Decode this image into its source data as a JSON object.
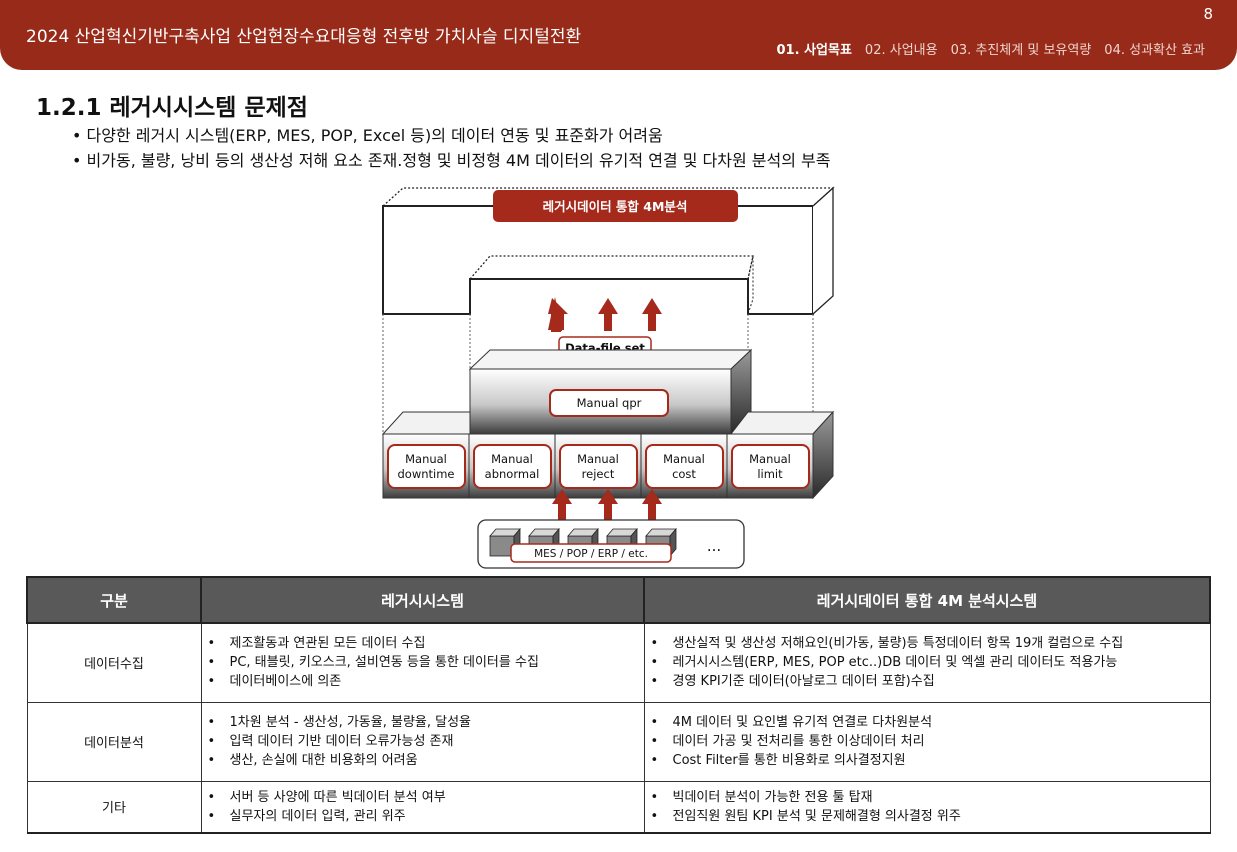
{
  "header": {
    "title": "2024 산업혁신기반구축사업 산업현장수요대응형 전후방 가치사슬 디지털전환",
    "page_number": "8",
    "nav": [
      {
        "label": "01. 사업목표",
        "active": true
      },
      {
        "label": "02. 사업내용",
        "active": false
      },
      {
        "label": "03. 추진체계 및 보유역량",
        "active": false
      },
      {
        "label": "04. 성과확산 효과",
        "active": false
      }
    ]
  },
  "section": {
    "title": "1.2.1  레거시시스템 문제점",
    "bullets": [
      "다양한 레거시 시스템(ERP, MES, POP, Excel 등)의 데이터 연동 및 표준화가 어려움",
      "비가동, 불량, 낭비 등의 생산성 저해 요소 존재.정형 및 비정형 4M 데이터의 유기적 연결 및 다차원 분석의 부족"
    ]
  },
  "diagram": {
    "top_label": "레거시데이터 통합 4M분석",
    "datafile_label": "Data-file set",
    "manual_qpr": "Manual qpr",
    "boxes": [
      [
        "Manual",
        "downtime"
      ],
      [
        "Manual",
        "abnormal"
      ],
      [
        "Manual",
        "reject"
      ],
      [
        "Manual",
        "cost"
      ],
      [
        "Manual",
        "limit"
      ]
    ],
    "source_label": "MES / POP / ERP / etc.",
    "ellipsis": "...",
    "colors": {
      "accent": "#a52a1c",
      "header": "#972a18"
    }
  },
  "table": {
    "headers": [
      "구분",
      "레거시시스템",
      "레거시데이터 통합 4M 분석시스템"
    ],
    "rows": [
      {
        "category": "데이터수집",
        "legacy": [
          "제조활동과 연관된 모든 데이터 수집",
          "PC, 태블릿, 키오스크, 설비연동 등을 통한 데이터를 수집",
          "데이터베이스에 의존"
        ],
        "integrated": [
          "생산실적 및 생산성 저해요인(비가동, 불량)등 특정데이터 항목 19개 컬럼으로 수집",
          "레거시시스템(ERP, MES, POP etc..)DB 데이터 및 엑셀 관리 데이터도 적용가능",
          "경영 KPI기준 데이터(아날로그 데이터 포함)수집"
        ]
      },
      {
        "category": "데이터분석",
        "legacy": [
          "1차원 분석 - 생산성, 가동율, 불량율, 달성율",
          "입력 데이터 기반 데이터 오류가능성 존재",
          "생산, 손실에 대한 비용화의 어려움"
        ],
        "integrated": [
          "4M 데이터 및 요인별 유기적 연결로 다차원분석",
          "데이터 가공 및 전처리를 통한 이상데이터 처리",
          "Cost Filter를 통한 비용화로 의사결정지원"
        ]
      },
      {
        "category": "기타",
        "legacy": [
          "서버 등 사양에 따른 빅데이터 분석 여부",
          "실무자의 데이터 입력, 관리 위주"
        ],
        "integrated": [
          "빅데이터 분석이 가능한 전용 툴 탑재",
          "전임직원 원팀 KPI 분석 및 문제해결형 의사결정 위주"
        ]
      }
    ]
  }
}
